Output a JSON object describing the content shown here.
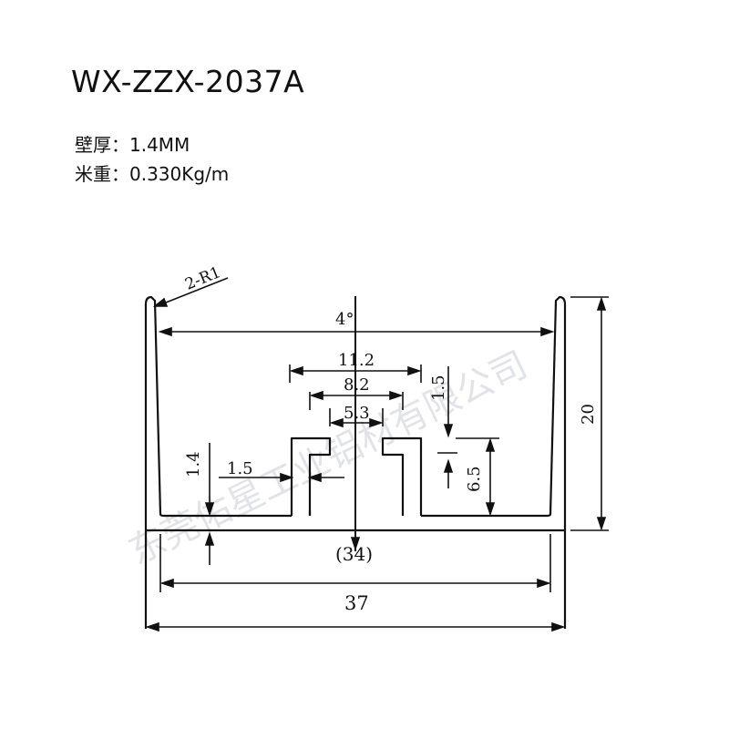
{
  "title": "WX-ZZX-2037A",
  "specs": {
    "wall_thickness": "壁厚：1.4MM",
    "weight_per_meter": "米重：0.330Kg/m"
  },
  "dimensions": {
    "radius": "2-R1",
    "angle": "4°",
    "w_11_2": "11.2",
    "w_8_2": "8.2",
    "w_5_3": "5.3",
    "v_1_5": "1.5",
    "h_1_4": "1.4",
    "h_1_5": "1.5",
    "v_6_5": "6.5",
    "height": "20",
    "inner_width": "(34)",
    "outer_width": "37"
  },
  "watermark": "东莞佑星工业铝材有限公司"
}
